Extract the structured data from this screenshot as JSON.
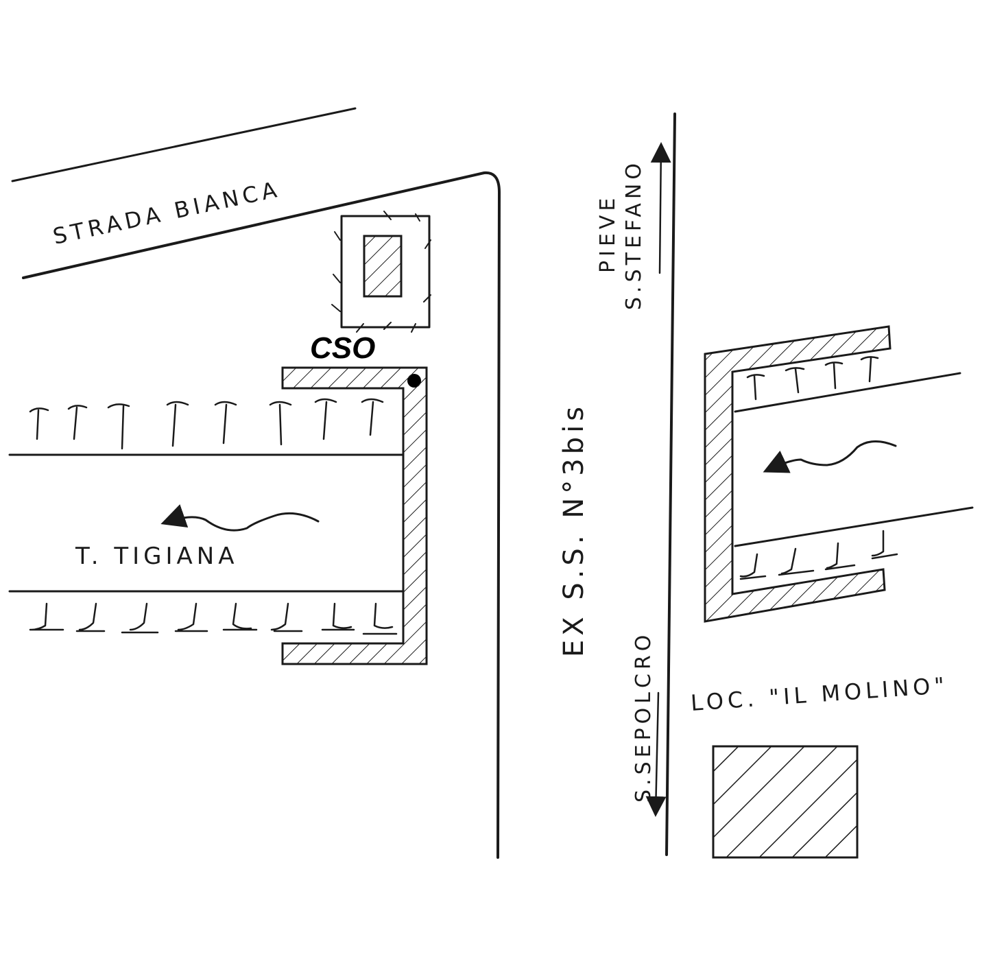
{
  "labels": {
    "road_top": "STRADA BIANCA",
    "station": "CSO",
    "stream": "T. TIGIANA",
    "main_road": "EX S.S. N°3bis",
    "dir_north_line1": "PIEVE",
    "dir_north_line2": "S.STEFANO",
    "dir_south": "S.SEPOLCRO",
    "locality": "LOC. \"IL MOLINO\""
  },
  "colors": {
    "ink": "#1a1a1a",
    "paper": "#ffffff"
  }
}
